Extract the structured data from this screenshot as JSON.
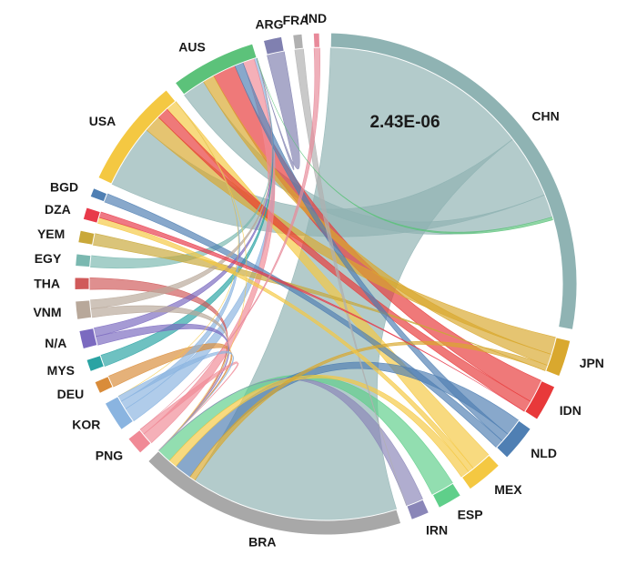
{
  "chart_data": {
    "type": "chord",
    "annotation": "2.43E-06",
    "nodes": [
      {
        "id": "CHN",
        "color": "#8fb3b3",
        "value": 70
      },
      {
        "id": "JPN",
        "color": "#d9a82e",
        "value": 6
      },
      {
        "id": "IDN",
        "color": "#e8393a",
        "value": 6
      },
      {
        "id": "NLD",
        "color": "#4f7fb3",
        "value": 6
      },
      {
        "id": "MEX",
        "color": "#f4c842",
        "value": 6
      },
      {
        "id": "ESP",
        "color": "#5fcf8a",
        "value": 4
      },
      {
        "id": "IRN",
        "color": "#8a86b8",
        "value": 3
      },
      {
        "id": "BRA",
        "color": "#a8a8a8",
        "value": 44
      },
      {
        "id": "PNG",
        "color": "#f08a96",
        "value": 3
      },
      {
        "id": "KOR",
        "color": "#8ab4e0",
        "value": 5
      },
      {
        "id": "DEU",
        "color": "#d98c3a",
        "value": 2
      },
      {
        "id": "MYS",
        "color": "#2aa3a3",
        "value": 2
      },
      {
        "id": "N/A",
        "color": "#7b6ac0",
        "value": 3
      },
      {
        "id": "VNM",
        "color": "#b8a89a",
        "value": 3
      },
      {
        "id": "THA",
        "color": "#d05a5a",
        "value": 2
      },
      {
        "id": "EGY",
        "color": "#7ab8b0",
        "value": 2
      },
      {
        "id": "YEM",
        "color": "#c9a83a",
        "value": 2
      },
      {
        "id": "DZA",
        "color": "#e83a4a",
        "value": 2
      },
      {
        "id": "BGD",
        "color": "#4f7fb3",
        "value": 1.5
      },
      {
        "id": "USA",
        "color": "#f4c842",
        "value": 18
      },
      {
        "id": "AUS",
        "color": "#5cc27a",
        "value": 14
      },
      {
        "id": "ARG",
        "color": "#8080b0",
        "value": 3
      },
      {
        "id": "FRA",
        "color": "#b0b0b0",
        "value": 1.5
      },
      {
        "id": "IND",
        "color": "#e88a9a",
        "value": 1
      }
    ],
    "links": [
      {
        "source": "CHN",
        "target": "BRA",
        "value": 36
      },
      {
        "source": "CHN",
        "target": "USA",
        "value": 11
      },
      {
        "source": "CHN",
        "target": "AUS",
        "value": 4
      },
      {
        "source": "JPN",
        "target": "USA",
        "value": 3
      },
      {
        "source": "JPN",
        "target": "AUS",
        "value": 2
      },
      {
        "source": "JPN",
        "target": "BRA",
        "value": 1
      },
      {
        "source": "IDN",
        "target": "AUS",
        "value": 4
      },
      {
        "source": "IDN",
        "target": "USA",
        "value": 2
      },
      {
        "source": "NLD",
        "target": "BRA",
        "value": 3
      },
      {
        "source": "NLD",
        "target": "AUS",
        "value": 1.5
      },
      {
        "source": "NLD",
        "target": "BGD",
        "value": 1.5
      },
      {
        "source": "MEX",
        "target": "USA",
        "value": 3.5
      },
      {
        "source": "MEX",
        "target": "DZA",
        "value": 1
      },
      {
        "source": "MEX",
        "target": "BRA",
        "value": 1.5
      },
      {
        "source": "ESP",
        "target": "BRA",
        "value": 4
      },
      {
        "source": "IRN",
        "target": "BRA",
        "value": 3
      },
      {
        "source": "PNG",
        "target": "AUS",
        "value": 2
      },
      {
        "source": "PNG",
        "target": "BRA",
        "value": 1
      },
      {
        "source": "KOR",
        "target": "AUS",
        "value": 2.5
      },
      {
        "source": "KOR",
        "target": "USA",
        "value": 1.5
      },
      {
        "source": "KOR",
        "target": "BRA",
        "value": 1
      },
      {
        "source": "DEU",
        "target": "BRA",
        "value": 2
      },
      {
        "source": "MYS",
        "target": "AUS",
        "value": 2
      },
      {
        "source": "N/A",
        "target": "BRA",
        "value": 1.5
      },
      {
        "source": "N/A",
        "target": "AUS",
        "value": 1.5
      },
      {
        "source": "VNM",
        "target": "BRA",
        "value": 1.5
      },
      {
        "source": "VNM",
        "target": "AUS",
        "value": 1.5
      },
      {
        "source": "THA",
        "target": "BRA",
        "value": 2
      },
      {
        "source": "EGY",
        "target": "AUS",
        "value": 2
      },
      {
        "source": "YEM",
        "target": "JPN",
        "value": 2
      },
      {
        "source": "DZA",
        "target": "IDN",
        "value": 1
      },
      {
        "source": "ARG",
        "target": "AUS",
        "value": 3
      },
      {
        "source": "FRA",
        "target": "IRN",
        "value": 1.5
      },
      {
        "source": "IND",
        "target": "PNG",
        "value": 1
      },
      {
        "source": "AUS",
        "target": "CHN",
        "value": 0.5
      },
      {
        "source": "USA",
        "target": "KOR",
        "value": 1.5
      },
      {
        "source": "USA",
        "target": "BRA",
        "value": 1.5
      }
    ]
  }
}
